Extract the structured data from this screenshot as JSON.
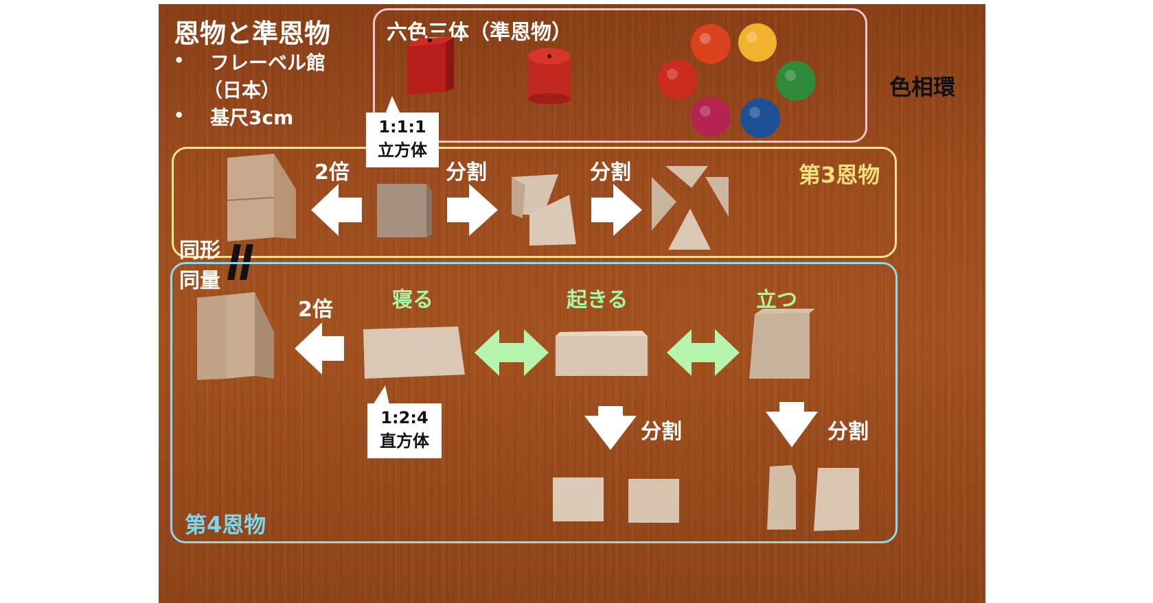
{
  "title": "恩物と準恩物",
  "bullets": [
    "フレーベル館",
    "（日本）",
    "基尺3cm"
  ],
  "bullet_mark": "•",
  "top_panel": {
    "label": "六色三体（準恩物）",
    "side_label": "色相環",
    "border_color": "#f3c7cf",
    "ball_colors": [
      "#d9421d",
      "#f0b12c",
      "#2f8a3c",
      "#1f4f95",
      "#b52450",
      "#cc2b1f"
    ]
  },
  "bubble_cube": {
    "ratio": "1:1:1",
    "name": "立方体"
  },
  "gift3": {
    "label": "第3恩物",
    "border_color": "#f6e68d",
    "double_label": "2倍",
    "split_label_1": "分割",
    "split_label_2": "分割"
  },
  "equality": {
    "line1": "同形",
    "line2": "同量",
    "symbol": "="
  },
  "gift4": {
    "label": "第4恩物",
    "border_color": "#8fd8ef",
    "double_label": "2倍",
    "pose_lying": "寝る",
    "pose_rising": "起きる",
    "pose_standing": "立つ",
    "split_label_1": "分割",
    "split_label_2": "分割"
  },
  "bubble_cuboid": {
    "ratio": "1:2:4",
    "name": "直方体"
  }
}
